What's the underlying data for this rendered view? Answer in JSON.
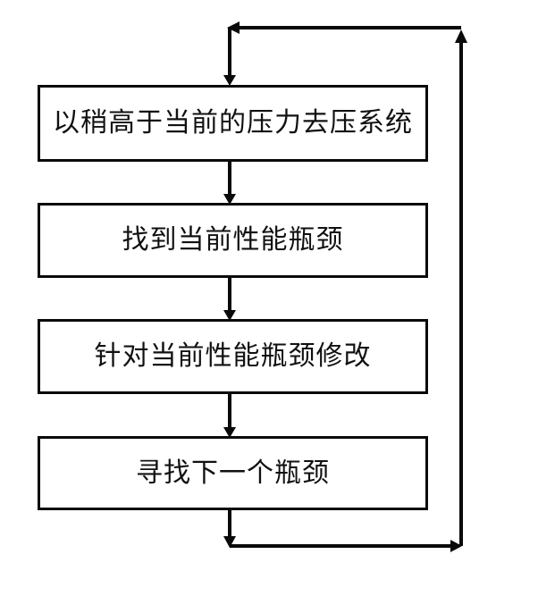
{
  "diagram": {
    "type": "flowchart",
    "orientation": "vertical-with-feedback-loop",
    "background_color": "#ffffff",
    "line_color": "#0a0a0a",
    "text_color": "#111111",
    "nodes": [
      {
        "id": "node-1",
        "label": "以稍高于当前的压力去压系统",
        "shape": "rectangle"
      },
      {
        "id": "node-2",
        "label": "找到当前性能瓶颈",
        "shape": "rectangle"
      },
      {
        "id": "node-3",
        "label": "针对当前性能瓶颈修改",
        "shape": "rectangle"
      },
      {
        "id": "node-4",
        "label": "寻找下一个瓶颈",
        "shape": "rectangle"
      }
    ],
    "connectors": [
      {
        "id": "conn-1-2",
        "from": "node-1",
        "to": "node-2",
        "direction": "down",
        "arrowhead": "down"
      },
      {
        "id": "conn-2-3",
        "from": "node-2",
        "to": "node-3",
        "direction": "down",
        "arrowhead": "down"
      },
      {
        "id": "conn-3-4",
        "from": "node-3",
        "to": "node-4",
        "direction": "down",
        "arrowhead": "down"
      },
      {
        "id": "conn-loop-out",
        "from": "node-4",
        "to": "loop-right-rail",
        "direction": "down-then-right",
        "arrowhead": "down-and-right"
      },
      {
        "id": "conn-loop-rail",
        "from": "loop-bottom",
        "to": "loop-top",
        "direction": "up",
        "arrowhead": "up"
      },
      {
        "id": "conn-loop-in",
        "from": "loop-top",
        "to": "node-1",
        "direction": "left-then-down",
        "arrowhead": "left-and-down"
      }
    ]
  }
}
